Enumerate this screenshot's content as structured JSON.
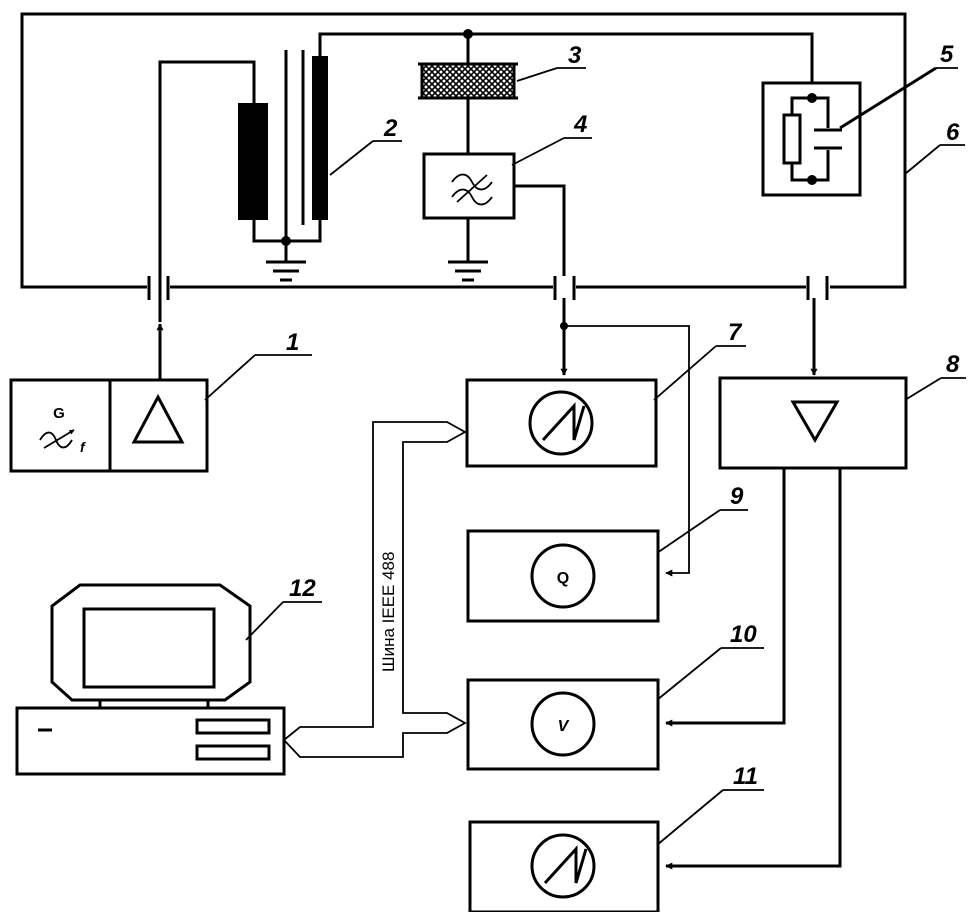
{
  "labels": {
    "n1": "1",
    "n2": "2",
    "n3": "3",
    "n4": "4",
    "n5": "5",
    "n6": "6",
    "n7": "7",
    "n8": "8",
    "n9": "9",
    "n10": "10",
    "n11": "11",
    "n12": "12"
  },
  "generator": {
    "letter": "G",
    "sub": "f"
  },
  "meters": {
    "q": "Q",
    "v": "V"
  },
  "bus_label": "Шина IEEE 488"
}
